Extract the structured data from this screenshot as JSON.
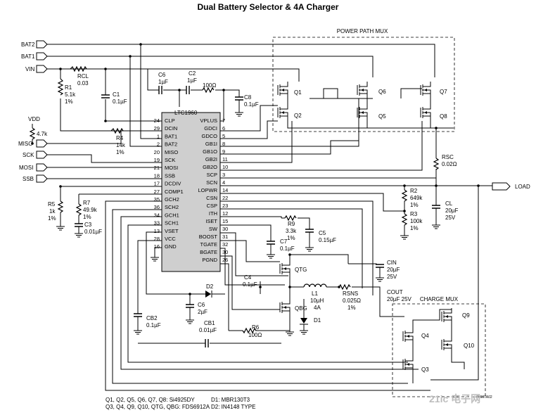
{
  "title": "Dual Battery Selector & 4A Charger",
  "labels": {
    "bat2": "BAT2",
    "bat1": "BAT1",
    "vin": "VIN",
    "vdd": "VDD",
    "miso": "MISO",
    "sck": "SCK",
    "mosi": "MOSI",
    "ssb": "SSB",
    "load": "LOAD",
    "power_path_mux": "POWER PATH MUX",
    "charge_mux": "CHARGE MUX"
  },
  "chip": {
    "name": "LTC1960",
    "left_pins": [
      {
        "num": "24",
        "name": "CLP"
      },
      {
        "num": "29",
        "name": "DCIN"
      },
      {
        "num": "1",
        "name": "BAT1"
      },
      {
        "num": "2",
        "name": "BAT2"
      },
      {
        "num": "20",
        "name": "MISO"
      },
      {
        "num": "19",
        "name": "SCK"
      },
      {
        "num": "21",
        "name": "MOSI"
      },
      {
        "num": "18",
        "name": "SSB"
      },
      {
        "num": "17",
        "name": "DCDIV"
      },
      {
        "num": "27",
        "name": "COMP1"
      },
      {
        "num": "35",
        "name": "GCH2"
      },
      {
        "num": "36",
        "name": "SCH2"
      },
      {
        "num": "34",
        "name": "GCH1"
      },
      {
        "num": "33",
        "name": "SCH1"
      },
      {
        "num": "13",
        "name": "VSET"
      },
      {
        "num": "28",
        "name": "VCC"
      },
      {
        "num": "16",
        "name": "GND"
      }
    ],
    "right_pins": [
      {
        "num": "7",
        "name": "VPLUS"
      },
      {
        "num": "6",
        "name": "GDCI"
      },
      {
        "num": "5",
        "name": "GDCO"
      },
      {
        "num": "8",
        "name": "GB1I"
      },
      {
        "num": "9",
        "name": "GB1O"
      },
      {
        "num": "11",
        "name": "GB2I"
      },
      {
        "num": "10",
        "name": "GB2O"
      },
      {
        "num": "3",
        "name": "SCP"
      },
      {
        "num": "4",
        "name": "SCN"
      },
      {
        "num": "14",
        "name": "LOPWR"
      },
      {
        "num": "22",
        "name": "CSN"
      },
      {
        "num": "23",
        "name": "CSP"
      },
      {
        "num": "12",
        "name": "ITH"
      },
      {
        "num": "15",
        "name": "ISET"
      },
      {
        "num": "30",
        "name": "SW"
      },
      {
        "num": "31",
        "name": "BOOST"
      },
      {
        "num": "32",
        "name": "TGATE"
      },
      {
        "num": "30",
        "name": "BGATE"
      },
      {
        "num": "26",
        "name": "PGND"
      }
    ]
  },
  "components": {
    "rcl": "RCL",
    "rcl_val": "0.03",
    "r1": "R1",
    "r1_val1": "5.1k",
    "r1_val2": "1%",
    "c1": "C1",
    "c1_val": "0.1µF",
    "c6": "C6",
    "c6_val": "1µF",
    "c2": "C2",
    "c2_val": "1µF",
    "r100": "100Ω",
    "c8": "C8",
    "c8_val": "0.1µF",
    "r47k": "4.7k",
    "r4": "R4",
    "r4_val1": "14k",
    "r4_val2": "1%",
    "r5": "R5",
    "r5_val1": "1k",
    "r5_val2": "1%",
    "r7": "R7",
    "r7_val1": "49.9k",
    "r7_val2": "1%",
    "c3": "C3",
    "c3_val": "0.01µF",
    "q1": "Q1",
    "q2": "Q2",
    "q5": "Q5",
    "q6": "Q6",
    "q7": "Q7",
    "q8": "Q8",
    "rsc": "RSC",
    "rsc_val": "0.02Ω",
    "r2": "R2",
    "r2_val1": "649k",
    "r2_val2": "1%",
    "r3": "R3",
    "r3_val1": "100k",
    "r3_val2": "1%",
    "cl": "CL",
    "cl_val1": "20µF",
    "cl_val2": "25V",
    "r9": "R9",
    "r9_val1": "3.3k",
    "r9_val2": "1%",
    "c5": "C5",
    "c5_val": "0.15µF",
    "c7": "C7",
    "c7_val": "0.1µF",
    "cin": "CIN",
    "cin_val1": "20µF",
    "cin_val2": "25V",
    "qtg": "QTG",
    "qbg": "QBG",
    "c4": "C4",
    "c4_val": "0.1µF",
    "d2": "D2",
    "d1": "D1",
    "l1": "L1",
    "l1_val1": "10µH",
    "l1_val2": "4A",
    "rsns": "RSNS",
    "rsns_val1": "0.025Ω",
    "rsns_val2": "1%",
    "cout": "COUT",
    "cout_val": "20µF 25V",
    "c6b": "C6",
    "c6b_val": "2µF",
    "cb2": "CB2",
    "cb2_val": "0.1µF",
    "cb1": "CB1",
    "cb1_val": "0.01µF",
    "r6": "R6",
    "r6_val": "100Ω",
    "q3": "Q3",
    "q4": "Q4",
    "q9": "Q9",
    "q10": "Q10"
  },
  "footnotes": {
    "line1a": "Q1, Q2, Q5, Q6, Q7, Q8: Si4925DY",
    "line2a": "Q3, Q4, Q9, Q10, QTG, QBG: FDS6912A",
    "line1b": "D1: MBR130T3",
    "line2b": "D2: IN4148 TYPE"
  },
  "drawing_id": "1960TA02",
  "watermark": "21ic 电子网"
}
